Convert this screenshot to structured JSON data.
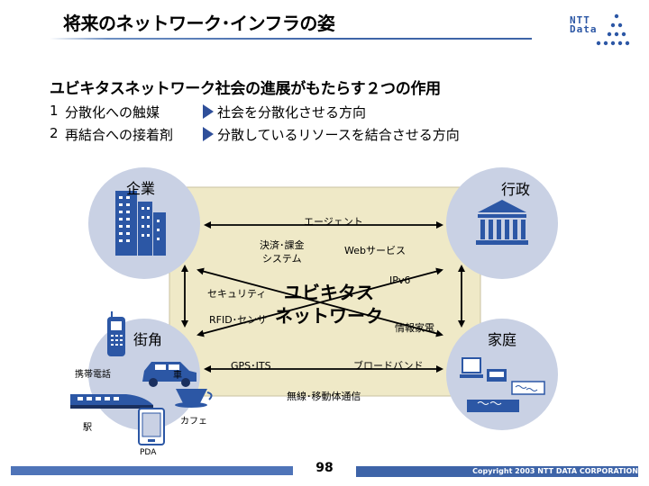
{
  "slide": {
    "title": "将来のネットワーク･インフラの姿",
    "logo_text_line1": "NTT",
    "logo_text_line2": "Data",
    "heading": "ユビキタスネットワーク社会の進展がもたらす２つの作用",
    "effects": [
      {
        "number": "1",
        "cause": "分散化への触媒",
        "effect": "社会を分散化させる方向"
      },
      {
        "number": "2",
        "cause": "再結合への接着剤",
        "effect": "分散しているリソースを結合させる方向"
      }
    ]
  },
  "diagram": {
    "center": {
      "line1": "ユビキタス",
      "line2": "ネットワーク"
    },
    "corners": {
      "enterprise": "企業",
      "government": "行政",
      "street": "街角",
      "home": "家庭"
    },
    "edge_labels": {
      "agent": "エージェント",
      "settlement_line1": "決済･課金",
      "settlement_line2": "システム",
      "web_service": "Webサービス",
      "security": "セキュリティ",
      "ipv6": "IPv6",
      "rfid": "RFID･センサ",
      "info_appliance": "情報家電",
      "gps": "GPS･ITS",
      "broadband": "ブロードバンド",
      "wireless": "無線･移動体通信"
    },
    "device_labels": {
      "mobile_phone": "携帯電話",
      "car": "車",
      "station": "駅",
      "cafe": "カフェ",
      "pda": "PDA"
    },
    "colors": {
      "circle_fill": "#c9d1e4",
      "background_panel": "#efe9c7",
      "icon_blue": "#2c57a5",
      "triangle": "#2f4f9a"
    }
  },
  "footer": {
    "page_number": "98",
    "copyright": "Copyright 2003 NTT DATA CORPORATION"
  }
}
